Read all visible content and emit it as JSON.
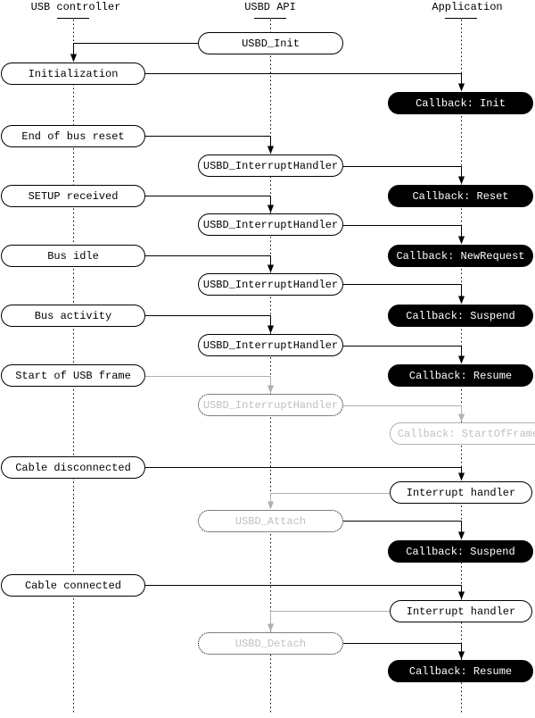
{
  "diagram": {
    "columns": {
      "usb_controller": "USB controller",
      "usbd_api": "USBD API",
      "application": "Application"
    },
    "nodes": {
      "usbd_init": "USBD_Init",
      "initialization": "Initialization",
      "callback_init": "Callback: Init",
      "end_of_bus_reset": "End of bus reset",
      "interrupt_handler_1": "USBD_InterruptHandler",
      "setup_received": "SETUP received",
      "callback_reset": "Callback: Reset",
      "interrupt_handler_2": "USBD_InterruptHandler",
      "bus_idle": "Bus idle",
      "callback_newrequest": "Callback: NewRequest",
      "interrupt_handler_3": "USBD_InterruptHandler",
      "bus_activity": "Bus activity",
      "callback_suspend_1": "Callback: Suspend",
      "interrupt_handler_4": "USBD_InterruptHandler",
      "start_of_usb_frame": "Start of USB frame",
      "callback_resume_1": "Callback: Resume",
      "interrupt_handler_5": "USBD_InterruptHandler",
      "callback_startofframe": "Callback: StartOfFrame",
      "cable_disconnected": "Cable disconnected",
      "app_interrupt_handler_1": "Interrupt handler",
      "usbd_attach": "USBD_Attach",
      "callback_suspend_2": "Callback: Suspend",
      "cable_connected": "Cable connected",
      "app_interrupt_handler_2": "Interrupt handler",
      "usbd_detach": "USBD_Detach",
      "callback_resume_2": "Callback: Resume"
    },
    "colors": {
      "line": "#000000",
      "node_background": "#ffffff",
      "callback_background": "#000000",
      "callback_text": "#ffffff",
      "inactive_line": "#b0b0b0",
      "inactive_text": "#c0c0c0"
    }
  }
}
